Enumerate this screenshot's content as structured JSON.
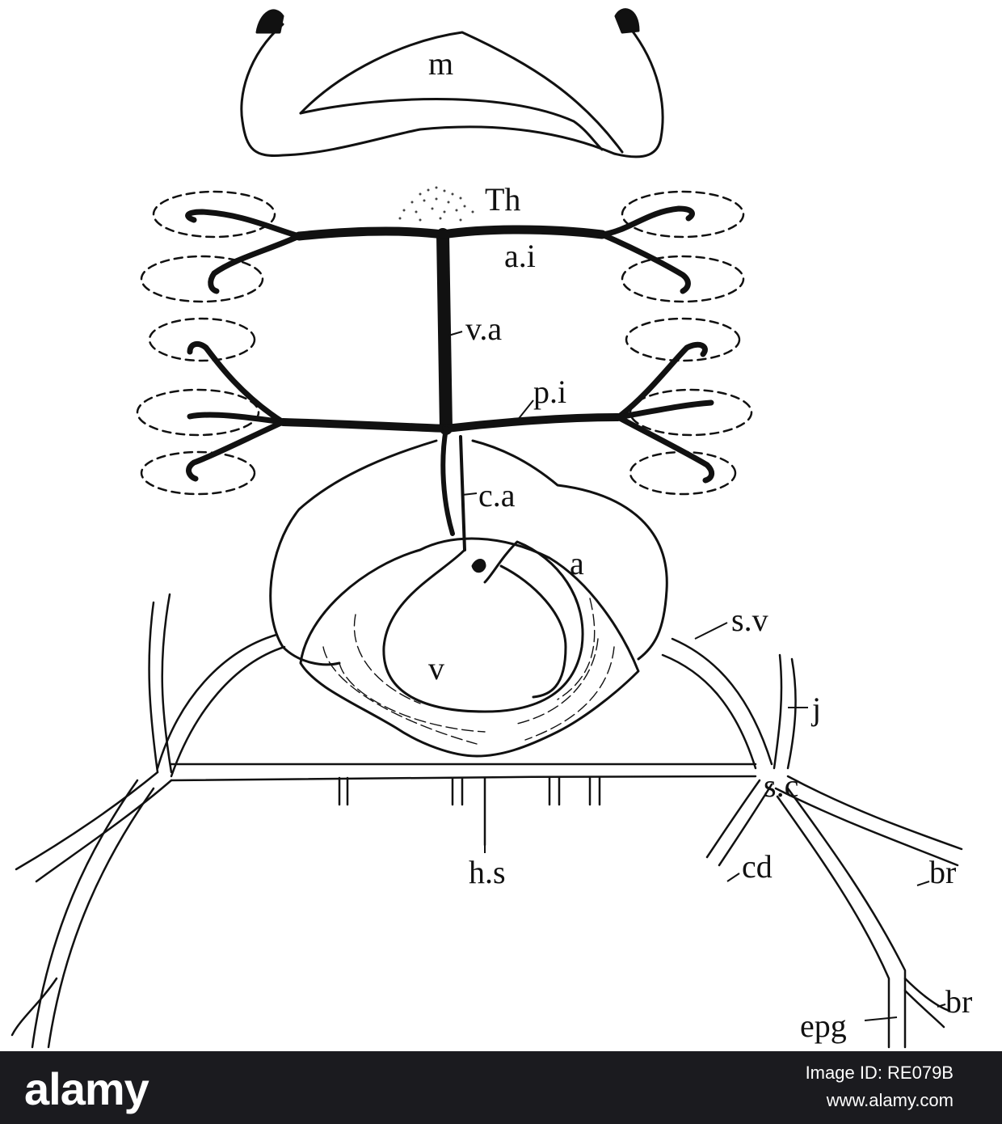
{
  "diagram": {
    "labels": {
      "m": "m",
      "th": "Th",
      "ai": "a.i",
      "va": "v.a",
      "pi": "p.i",
      "ca": "c.a",
      "a": "a",
      "v": "v",
      "sv": "s.v",
      "j": "j",
      "sc": "s.c",
      "hs": "h.s",
      "br1": "br",
      "cd": "cd",
      "br2": "br",
      "epg": "epg"
    }
  },
  "watermark": {
    "logo": "alamy",
    "image_id": "Image ID: RE079B",
    "url": "www.alamy.com"
  },
  "colors": {
    "ink": "#111111",
    "bar": "#1b1b1f"
  }
}
